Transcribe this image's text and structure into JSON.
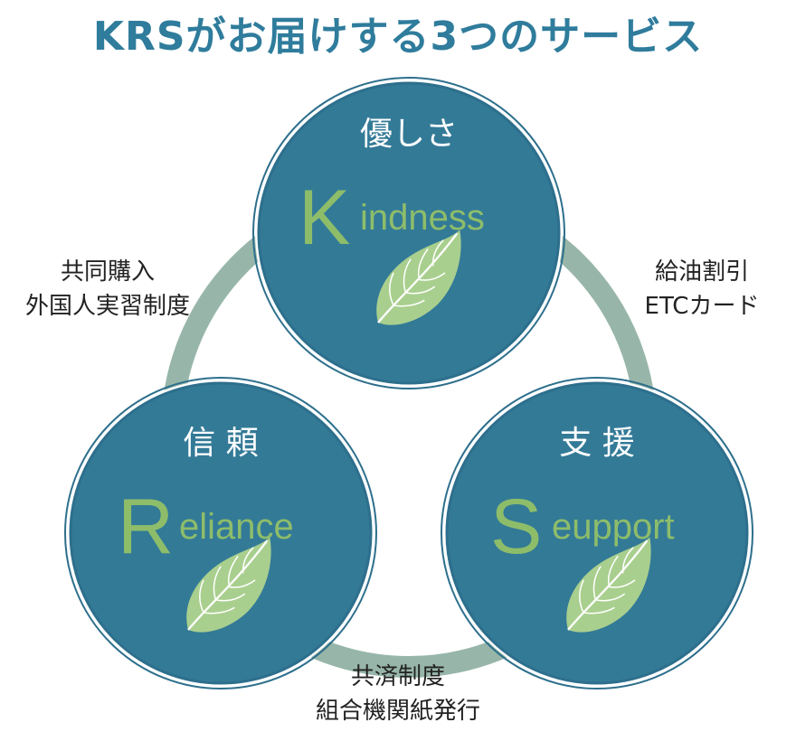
{
  "title": "KRSがお届けする3つのサービス",
  "services": [
    {
      "kanji": "優しさ",
      "initial": "K",
      "rest": "indness",
      "leaf_icon": "leaf-icon"
    },
    {
      "kanji": "信 頼",
      "initial": "R",
      "rest": "eliance",
      "leaf_icon": "leaf-icon"
    },
    {
      "kanji": "支 援",
      "initial": "S",
      "rest": "eupport",
      "leaf_icon": "leaf-icon"
    }
  ],
  "links": {
    "left": [
      "共同購入",
      "外国人実習制度"
    ],
    "right": [
      "給油割引",
      "ETCカード"
    ],
    "bottom": [
      "共済制度",
      "組合機関紙発行"
    ]
  },
  "colors": {
    "title": "#2f7c9c",
    "circle_fill": "#337a97",
    "circle_ring": "#2d6f8c",
    "connector": "#97b6a9",
    "initial": "#8ebd6a",
    "leaf": "#a9cf8e"
  }
}
